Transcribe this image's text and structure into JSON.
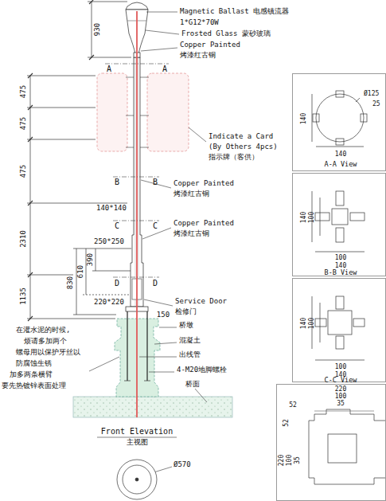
{
  "diagram": {
    "nodes": [
      {
        "text": [
          "140",
          "Ø125",
          "25",
          "140",
          "A-A View"
        ]
      },
      {
        "text": [
          "140",
          "100",
          "100",
          "140",
          "B-B View"
        ]
      },
      {
        "text": [
          "140",
          "100",
          "100",
          "140",
          "C-C View"
        ]
      },
      {
        "text": [
          "220",
          "100",
          "35",
          "52",
          "52",
          "220",
          "100",
          "35"
        ]
      }
    ],
    "labels": [
      "930",
      "475",
      "475",
      "475",
      "2310",
      "1135",
      "830",
      "610",
      "390",
      "A",
      "A",
      "B",
      "B",
      "C",
      "C",
      "D",
      "D",
      "Magnetic Ballast 电感镇流器",
      "1*G12*70W",
      "Frosted Glass 蒙砂玻璃",
      "Copper Painted",
      "烤漆红古铜",
      "Indicate a Card",
      "(By Others 4pcs)",
      "指示牌（客供）",
      "Copper Painted",
      "烤漆红古铜",
      "140*140",
      "Copper Painted",
      "烤漆红古铜",
      "250*250",
      "220*220",
      "Service Door",
      "检修门",
      "150",
      "桥墩",
      "混凝土",
      "出线管",
      "4-M20地脚螺栓",
      "桥面",
      "在灌水泥的时候,",
      "烦请多加两个",
      "螺母用以保护牙丝以",
      "防腐蚀生锈",
      "加多两条横臂",
      "要先热镀锌表面处理",
      "Front Elevation",
      "主视图",
      "Ø570"
    ]
  }
}
